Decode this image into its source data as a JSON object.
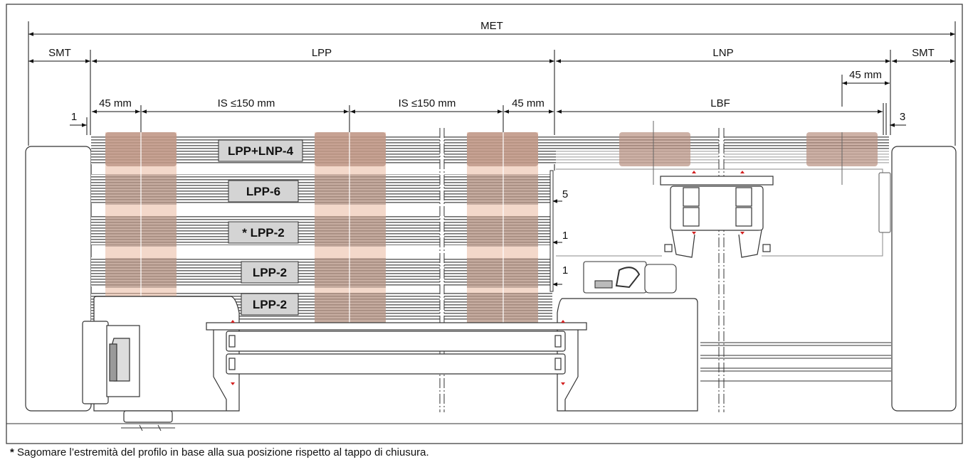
{
  "dimensions": {
    "met": "MET",
    "smt_left": "SMT",
    "lpp": "LPP",
    "lnp": "LNP",
    "smt_right": "SMT",
    "d45_left": "45 mm",
    "is_left": "IS ≤150 mm",
    "is_right": "IS ≤150 mm",
    "d45_mid": "45 mm",
    "lbf": "LBF",
    "d45_right": "45 mm",
    "gap_1_left": "1",
    "gap_3_right": "3",
    "gap_5": "5",
    "gap_1_a": "1",
    "gap_1_b": "1"
  },
  "profiles": [
    {
      "label": "LPP+LNP-4"
    },
    {
      "label": "LPP-6"
    },
    {
      "label": "* LPP-2"
    },
    {
      "label": "LPP-2"
    },
    {
      "label": "LPP-2"
    }
  ],
  "footnote": {
    "marker": "*",
    "text": " Sagomare l’estremità del profilo in base alla sua posizione rispetto al tappo di chiusura."
  },
  "colors": {
    "stripe": "#6e6e6e",
    "band": "#e9b89f",
    "frame": "#333333",
    "label_box": "#d4d4d4",
    "seal": "#d32020"
  }
}
